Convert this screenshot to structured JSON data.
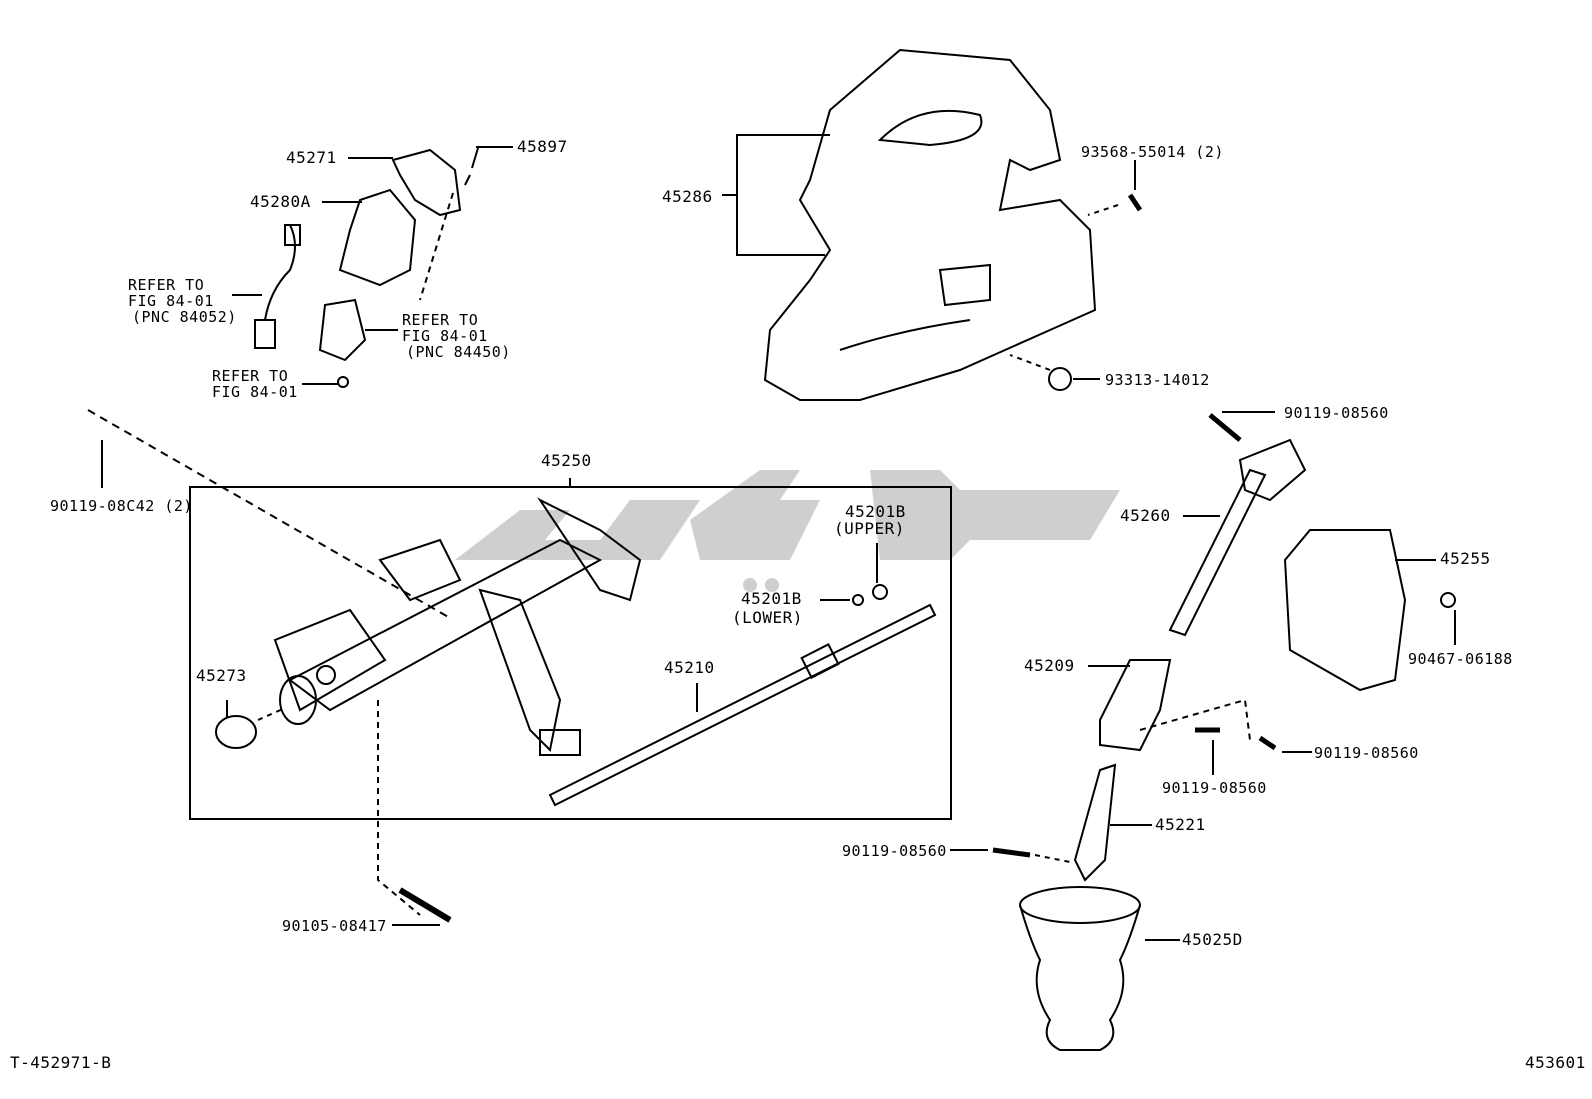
{
  "part_labels": {
    "p45271": "45271",
    "p45897": "45897",
    "p45280a": "45280A",
    "p45286": "45286",
    "p93568": "93568-55014 (2)",
    "p93313": "93313-14012",
    "p90119_top": "90119-08560",
    "p45260": "45260",
    "p45255": "45255",
    "p90467": "90467-06188",
    "p45209": "45209",
    "p90119_mid": "90119-08560",
    "p90119_right": "90119-08560",
    "p45221": "45221",
    "p90119_left": "90119-08560",
    "p45025d": "45025D",
    "p90119_08c42": "90119-08C42 (2)",
    "p45250": "45250",
    "p45201b_upper": "45201B",
    "p45201b_upper_note": "(UPPER)",
    "p45201b_lower": "45201B",
    "p45201b_lower_note": "(LOWER)",
    "p45210": "45210",
    "p45273": "45273",
    "p90105": "90105-08417"
  },
  "references": {
    "ref1_line1": "REFER TO",
    "ref1_line2": "FIG 84-01",
    "ref1_line3": "(PNC 84052)",
    "ref2_line1": "REFER TO",
    "ref2_line2": "FIG 84-01",
    "ref2_line3": "(PNC 84450)",
    "ref3_line1": "REFER TO",
    "ref3_line2": "FIG 84-01"
  },
  "footer": {
    "left_code": "T-452971-B",
    "right_code": "453601"
  },
  "watermark_color": "#c8c8c8"
}
